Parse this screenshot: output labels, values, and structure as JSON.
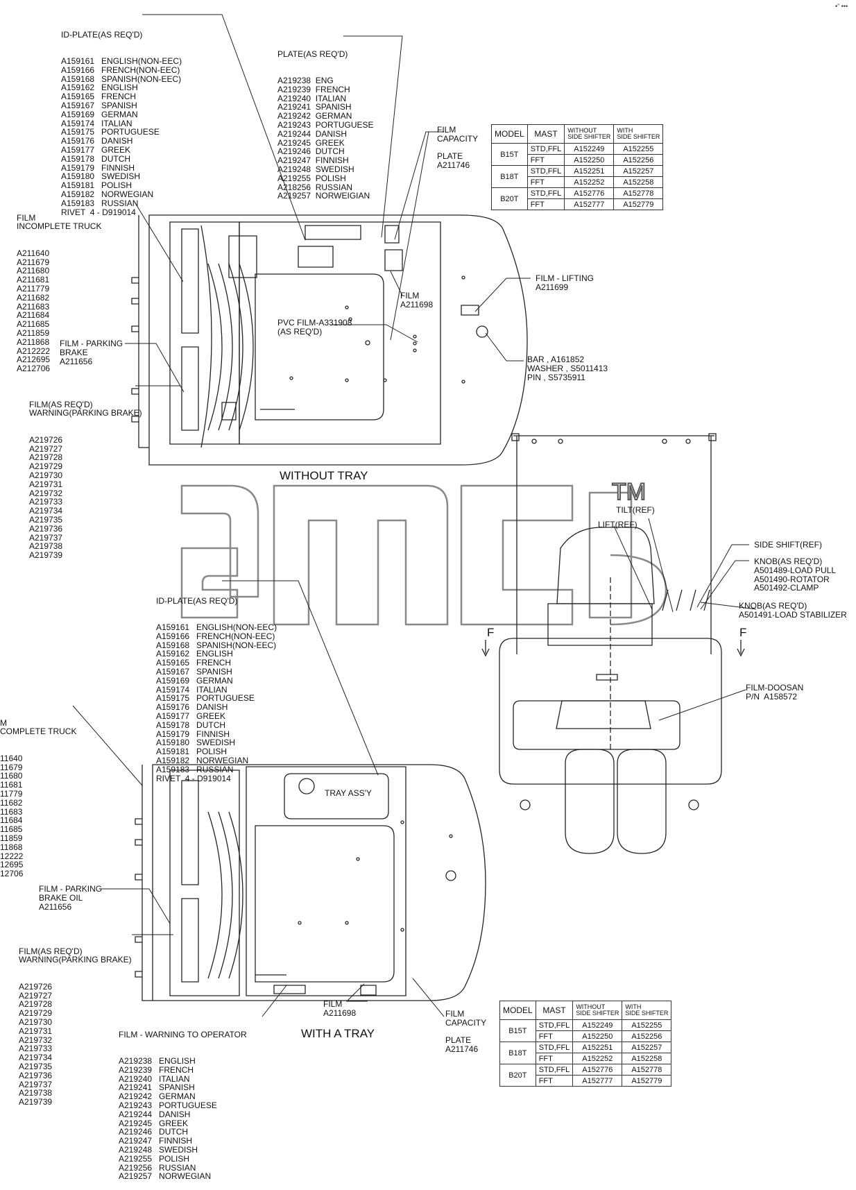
{
  "corner_mark": "•” •••",
  "watermark_tm": "TM",
  "top": {
    "id_plate": {
      "title": "ID-PLATE(AS REQ'D)",
      "items": [
        "A159161   ENGLISH(NON-EEC)",
        "A159166   FRENCH(NON-EEC)",
        "A159168   SPANISH(NON-EEC)",
        "A159162   ENGLISH",
        "A159165   FRENCH",
        "A159167   SPANISH",
        "A159169   GERMAN",
        "A159174   ITALIAN",
        "A159175   PORTUGUESE",
        "A159176   DANISH",
        "A159177   GREEK",
        "A159178   DUTCH",
        "A159179   FINNISH",
        "A159180   SWEDISH",
        "A159181   POLISH",
        "A159182   NORWEGIAN",
        "A159183   RUSSIAN",
        "RIVET  4 - D919014"
      ]
    },
    "plate": {
      "title": "PLATE(AS REQ'D)",
      "items": [
        "A219238  ENG",
        "A219239  FRENCH",
        "A219240  ITALIAN",
        "A219241  SPANISH",
        "A219242  GERMAN",
        "A219243  PORTUGUESE",
        "A219244  DANISH",
        "A219245  GREEK",
        "A219246  DUTCH",
        "A219247  FINNISH",
        "A219248  SWEDISH",
        "A219255  POLISH",
        "A218256  RUSSIAN",
        "A219257  NORWEIGIAN"
      ]
    },
    "film_capacity": "FILM\nCAPACITY\n\nPLATE\nA211746",
    "film_incomplete": {
      "title": "FILM\nINCOMPLETE TRUCK",
      "items": [
        "A211640",
        "A211679",
        "A211680",
        "A211681",
        "A211779",
        "A211682",
        "A211683",
        "A211684",
        "A211685",
        "A211859",
        "A211868",
        "A212222",
        "A212695",
        "A212706"
      ]
    },
    "film_parking_brake": "FILM - PARKING\nBRAKE\nA211656",
    "film_warning": {
      "title": "FILM(AS REQ'D)\nWARNING(PARKING BRAKE)",
      "items": [
        "A219726",
        "A219727",
        "A219728",
        "A219729",
        "A219730",
        "A219731",
        "A219732",
        "A219733",
        "A219734",
        "A219735",
        "A219736",
        "A219737",
        "A219738",
        "A219739"
      ]
    },
    "film_a211698": "FILM\nA211698",
    "pvc_film": "PVC FILM-A331908\n(AS REQ'D)",
    "film_lifting": "FILM - LIFTING\nA211699",
    "bar": "BAR , A161852\nWASHER , S5011413\nPIN , S5735911",
    "view_title": "WITHOUT TRAY"
  },
  "spec_table": {
    "headers": [
      "MODEL",
      "MAST",
      "WITHOUT\nSIDE SHIFTER",
      "WITH\nSIDE SHIFTER"
    ],
    "rows": [
      {
        "model": "B15T",
        "lines": [
          [
            "STD,FFL",
            "A152249",
            "A152255"
          ],
          [
            "FFT",
            "A152250",
            "A152256"
          ]
        ]
      },
      {
        "model": "B18T",
        "lines": [
          [
            "STD,FFL",
            "A152251",
            "A152257"
          ],
          [
            "FFT",
            "A152252",
            "A152258"
          ]
        ]
      },
      {
        "model": "B20T",
        "lines": [
          [
            "STD,FFL",
            "A152776",
            "A152778"
          ],
          [
            "FFT",
            "A152777",
            "A152779"
          ]
        ]
      }
    ]
  },
  "right": {
    "tilt": "TILT(REF)",
    "lift": "LIFT(REF)",
    "side_shift": "SIDE SHIFT(REF)",
    "knob": "KNOB(AS REQ'D)\nA501489-LOAD PULL\nA501490-ROTATOR\nA501492-CLAMP",
    "knob2": "KNOB(AS REQ'D)\nA501491-LOAD STABILIZER",
    "f_left": "F",
    "f_right": "F",
    "film_doosan": "FILM-DOOSAN\nP/N  A158572"
  },
  "bottom": {
    "id_plate": {
      "title": "ID-PLATE(AS REQ'D)",
      "items": [
        "A159161   ENGLISH(NON-EEC)",
        "A159166   FRENCH(NON-EEC)",
        "A159168   SPANISH(NON-EEC)",
        "A159162   ENGLISH",
        "A159165   FRENCH",
        "A159167   SPANISH",
        "A159169   GERMAN",
        "A159174   ITALIAN",
        "A159175   PORTUGUESE",
        "A159176   DANISH",
        "A159177   GREEK",
        "A159178   DUTCH",
        "A159179   FINNISH",
        "A159180   SWEDISH",
        "A159181   POLISH",
        "A159182   NORWEGIAN",
        "A159183   RUSSIAN",
        "RIVET  4 - D919014"
      ]
    },
    "film_incomplete": {
      "title": "M\nCOMPLETE TRUCK",
      "items": [
        "11640",
        "11679",
        "11680",
        "11681",
        "11779",
        "11682",
        "11683",
        "11684",
        "11685",
        "11859",
        "11868",
        "12222",
        "12695",
        "12706"
      ]
    },
    "tray": "TRAY ASS'Y",
    "film_parking_brake": "FILM - PARKING\nBRAKE OIL\nA211656",
    "film_warning": {
      "title": "FILM(AS REQ'D)\nWARNING(PARKING BRAKE)",
      "items": [
        "A219726",
        "A219727",
        "A219728",
        "A219729",
        "A219730",
        "A219731",
        "A219732",
        "A219733",
        "A219734",
        "A219735",
        "A219736",
        "A219737",
        "A219738",
        "A219739"
      ]
    },
    "film_warning_operator": {
      "title": "FILM - WARNING TO OPERATOR",
      "items": [
        "A219238   ENGLISH",
        "A219239   FRENCH",
        "A219240   ITALIAN",
        "A219241   SPANISH",
        "A219242   GERMAN",
        "A219243   PORTUGUESE",
        "A219244   DANISH",
        "A219245   GREEK",
        "A219246   DUTCH",
        "A219247   FINNISH",
        "A219248   SWEDISH",
        "A219255   POLISH",
        "A219256   RUSSIAN",
        "A219257   NORWEGIAN"
      ]
    },
    "film_a211698": "FILM\nA211698",
    "film_capacity": "FILM\nCAPACITY\n\nPLATE\nA211746",
    "view_title": "WITH A TRAY"
  }
}
